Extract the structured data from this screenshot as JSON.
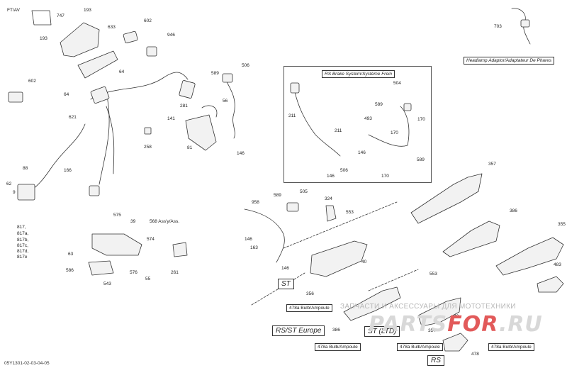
{
  "diagram": {
    "ft_label": "FT/AV",
    "part_numbers": {
      "p747": "747",
      "p193a": "193",
      "p193b": "193",
      "p633": "633",
      "p602a": "602",
      "p946": "946",
      "p602b": "602",
      "p64a": "64",
      "p64b": "64",
      "p621": "621",
      "p703": "703",
      "p589a": "589",
      "p506a": "506",
      "p281": "281",
      "p56": "56",
      "p141": "141",
      "p81": "81",
      "p146a": "146",
      "p258": "258",
      "p166": "166",
      "p88": "88",
      "p62": "62",
      "p9": "9",
      "p817": "817,",
      "p817a": "817a,",
      "p817b": "817b,",
      "p817c": "817c,",
      "p817d": "817d,",
      "p817e": "817e",
      "p211a": "211",
      "p504": "504",
      "p589b": "589",
      "p170a": "170",
      "p493": "493",
      "p211b": "211",
      "p170b": "170",
      "p146b": "146",
      "p146c": "146",
      "p506b": "506",
      "p170c": "170",
      "p589c": "589",
      "p357": "357",
      "p386a": "386",
      "p355": "355",
      "p483": "483",
      "p958": "958",
      "p589d": "589",
      "p505": "505",
      "p324": "324",
      "p553a": "553",
      "p146d": "146",
      "p163": "163",
      "p146e": "146",
      "p40": "40",
      "p356": "356",
      "p575": "575",
      "p39": "39",
      "p568": "568 Ass'y/Ass.",
      "p574": "574",
      "p63": "63",
      "p586": "586",
      "p543": "543",
      "p576": "576",
      "p55": "55",
      "p261": "261",
      "p553b": "553",
      "p49": "49",
      "p386b": "386",
      "p354": "354",
      "p478": "478"
    },
    "boxes": {
      "headlamp": "Headlamp Adaptor/Adaptateur De Phares",
      "rs_brake": "RS Brake System/Système Frein",
      "bulb_st": "478a Bulb/Ampoule",
      "bulb_rs_st": "478a Bulb/Ampoule",
      "bulb_st_ltd": "478a Bulb/Ampoule",
      "bulb_rs": "478a Bulb/Ampoule"
    },
    "tags": {
      "st": "ST",
      "rs_st_europe": "RS/ST Europe",
      "st_ltd": "ST (LTD)",
      "rs": "RS"
    },
    "footer_code": "05Y1301-02-03-04-05"
  },
  "watermark": {
    "text_line": "ЗАПЧАСТИ И АКСЕССУАРЫ ДЛЯ МОТОТЕХНИКИ",
    "logo_a": "PARTS",
    "logo_b": "FOR",
    "logo_c": ".RU"
  },
  "colors": {
    "line": "#333333",
    "part_fill": "#f2f2f2",
    "watermark_red": "#e25a5a"
  }
}
